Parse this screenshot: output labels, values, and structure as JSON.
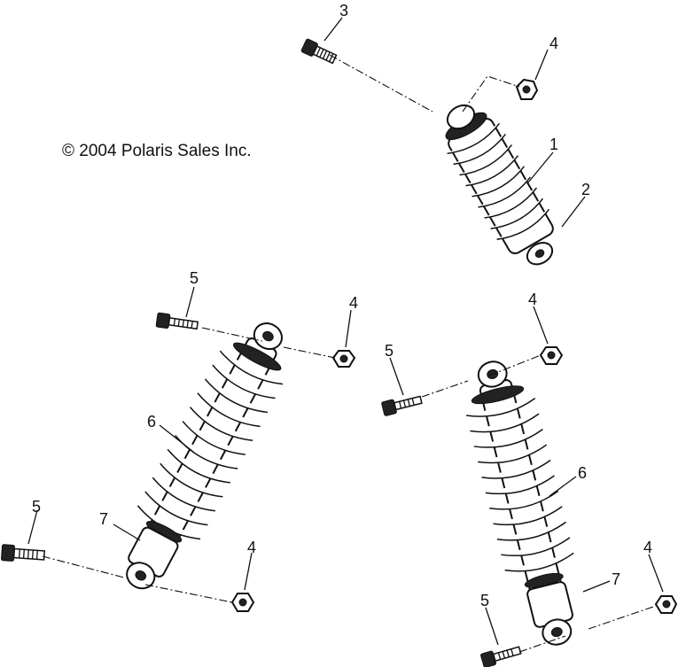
{
  "copyright": "© 2004 Polaris Sales Inc.",
  "callouts": {
    "c1": "1",
    "c2": "2",
    "c3": "3",
    "c4a": "4",
    "c5a": "5",
    "c4b": "4",
    "c6a": "6",
    "c5b": "5",
    "c7a": "7",
    "c4c": "4",
    "c5c": "5",
    "c4d": "4",
    "c6b": "6",
    "c4e": "4",
    "c7b": "7",
    "c5d": "5"
  }
}
